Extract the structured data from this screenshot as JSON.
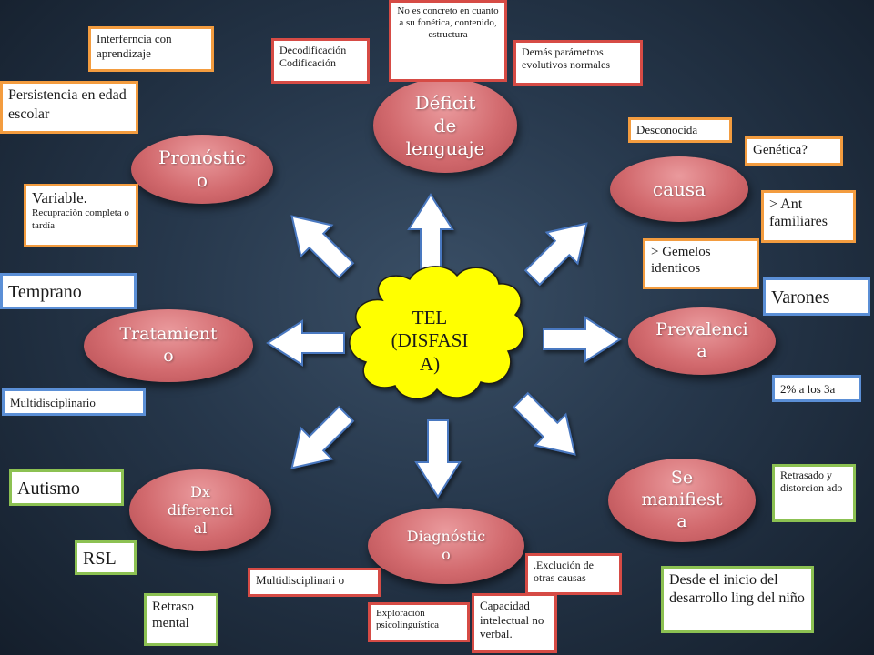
{
  "center": {
    "label": "TEL\n(DISFASI\nA)"
  },
  "nodes": {
    "deficit": "Déficit\nde\nlenguaje",
    "causa": "causa",
    "prevalencia": "Prevalenci\na",
    "se_manifiesta": "Se\nmanifiest\na",
    "diagnostico": "Diagnóstic\no",
    "dx_diferencial": "Dx\ndiferenci\nal",
    "tratamiento": "Tratamient\no",
    "pronostico": "Pronóstic\no"
  },
  "boxes": {
    "interferencia": "Interferncia con aprendizaje",
    "persistencia": "Persistencia en edad escolar",
    "variable_title": "Variable.",
    "variable_detail": "Recupraciòn completa o tardía",
    "decodificacion": "Decodificación\nCodificación",
    "no_concreto": "No es concreto en cuanto a su fonética, contenido, estructura",
    "demas_parametros": "Demás parámetros evolutivos normales",
    "desconocida": "Desconocida",
    "genetica": "Genética?",
    "ant_familiares": "> Ant familiares",
    "gemelos": "> Gemelos identicos",
    "varones": "Varones",
    "dos_porciento": "2% a los 3a",
    "temprano": "Temprano",
    "multidisciplinario_trat": "Multidisciplinario",
    "autismo": "Autismo",
    "rsl": "RSL",
    "retraso": "Retraso mental",
    "multidisciplinario_diag": "Multidisciplinari o",
    "exploracion": "Exploración psicolinguística",
    "capacidad": "Capacidad intelectual no verbal.",
    "exclusion": ".Exclución de otras causas",
    "retrasado": "Retrasado y distorcion ado",
    "desde_inicio": "Desde el inicio del desarrollo ling del niño"
  },
  "colors": {
    "background": "#26374b",
    "node_fill": "#d26a6e",
    "cloud": "#ffff00",
    "arrow": "#ffffff",
    "arrow_outline": "#4a78c0",
    "border_orange": "#f39c3f",
    "border_green": "#8cc152",
    "border_blue": "#5b8fd6",
    "border_red": "#d64b45"
  }
}
